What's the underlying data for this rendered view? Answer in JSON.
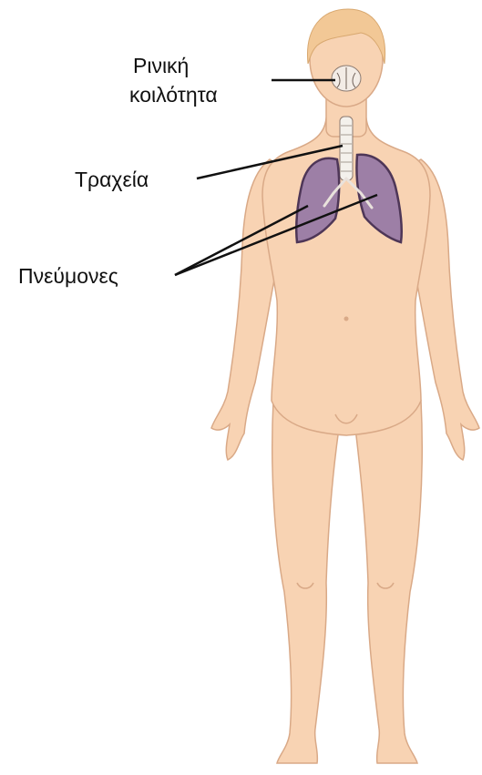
{
  "labels": {
    "nasal_cavity_line1": "Ρινική",
    "nasal_cavity_line2": "κοιλότητα",
    "trachea": "Τραχεία",
    "lungs": "Πνεύμονες"
  },
  "colors": {
    "skin": "#f8d3b3",
    "skin_outline": "#d9a987",
    "hair": "#f2c896",
    "lung_fill": "#9d7fa6",
    "lung_outline": "#4e3657",
    "trachea_fill": "#f4f1ec",
    "leader_line": "#111111"
  },
  "structures": [
    "nasal-cavity",
    "trachea",
    "lungs",
    "body-outline",
    "hair"
  ]
}
